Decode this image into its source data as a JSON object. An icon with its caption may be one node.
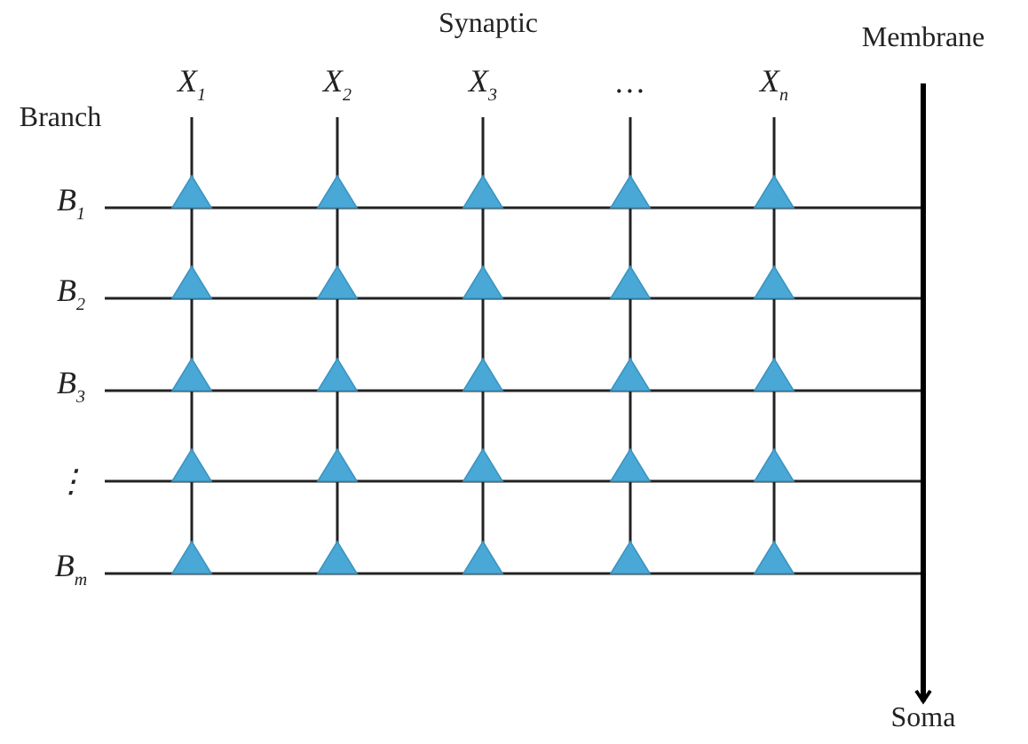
{
  "diagram": {
    "nodes": [
      {
        "text": [
          "Membrane"
        ]
      },
      {
        "text": [
          "Soma"
        ]
      }
    ],
    "edges": [
      {
        "from": 0,
        "to": 1,
        "arrow": "to"
      }
    ],
    "labels": [
      "Synaptic",
      "X$_{1}$",
      "X$_{2}$",
      "X$_{3}$",
      "…",
      "X$_{n}$",
      "Branch",
      "B$_{1}$",
      "B$_{2}$",
      "B$_{3}$",
      "⋮",
      "B$_{m}$"
    ]
  }
}
